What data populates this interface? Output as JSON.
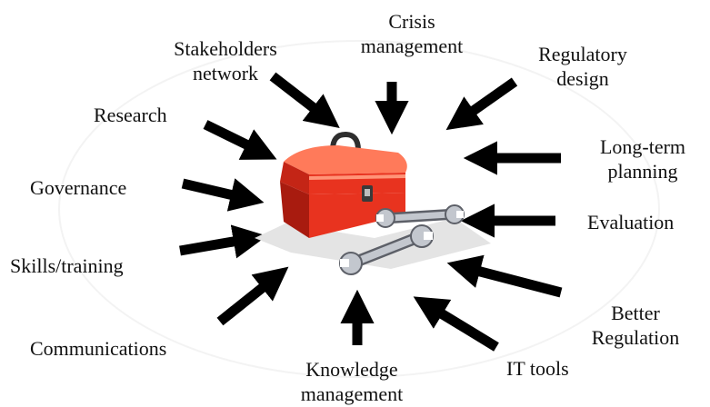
{
  "colors": {
    "arrow": "#000000",
    "toolbox_body": "#e8331f",
    "toolbox_light": "#ff6a4a",
    "toolbox_dark": "#9e1a0e",
    "wrench": "#b8bcc4",
    "wrench_dark": "#5d6068",
    "shadow": "#e6e6e6"
  },
  "icons": [
    "toolbox-icon",
    "wrench-icon"
  ],
  "labels": {
    "crisis": [
      "Crisis",
      "management"
    ],
    "stakeholders": [
      "Stakeholders",
      "network"
    ],
    "regulatory": [
      "Regulatory",
      "design"
    ],
    "research": [
      "Research"
    ],
    "long_term": [
      "Long-term",
      "planning"
    ],
    "governance": [
      "Governance"
    ],
    "evaluation": [
      "Evaluation"
    ],
    "skills": [
      "Skills/training"
    ],
    "better_regulation": [
      "Better",
      "Regulation"
    ],
    "communications": [
      "Communications"
    ],
    "knowledge": [
      "Knowledge",
      "management"
    ],
    "it_tools": [
      "IT tools"
    ]
  }
}
